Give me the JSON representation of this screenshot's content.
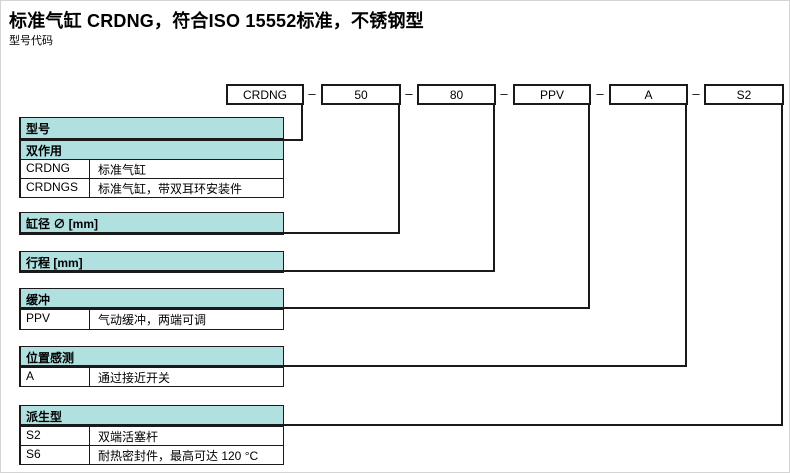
{
  "page": {
    "title": "标准气缸 CRDNG，符合ISO 15552标准，不锈钢型",
    "subtitle": "型号代码"
  },
  "colors": {
    "header_bg": "#b0e0e0",
    "line": "#1a1a1a"
  },
  "code_row": {
    "separator": "–",
    "boxes": [
      {
        "label": "CRDNG"
      },
      {
        "label": "50"
      },
      {
        "label": "80"
      },
      {
        "label": "PPV"
      },
      {
        "label": "A"
      },
      {
        "label": "S2"
      }
    ]
  },
  "sections": [
    {
      "header": "型号",
      "subheader": "双作用",
      "rows": [
        {
          "code": "CRDNG",
          "desc": "标准气缸"
        },
        {
          "code": "CRDNGS",
          "desc": "标准气缸，带双耳环安装件"
        }
      ]
    },
    {
      "header": "缸径 ∅ [mm]",
      "rows": []
    },
    {
      "header": "行程 [mm]",
      "rows": []
    },
    {
      "header": "缓冲",
      "rows": [
        {
          "code": "PPV",
          "desc": "气动缓冲，两端可调"
        }
      ]
    },
    {
      "header": "位置感测",
      "rows": [
        {
          "code": "A",
          "desc": "通过接近开关"
        }
      ]
    },
    {
      "header": "派生型",
      "rows": [
        {
          "code": "S2",
          "desc": "双端活塞杆"
        },
        {
          "code": "S6",
          "desc": "耐热密封件，最高可达 120 °C"
        }
      ]
    }
  ]
}
